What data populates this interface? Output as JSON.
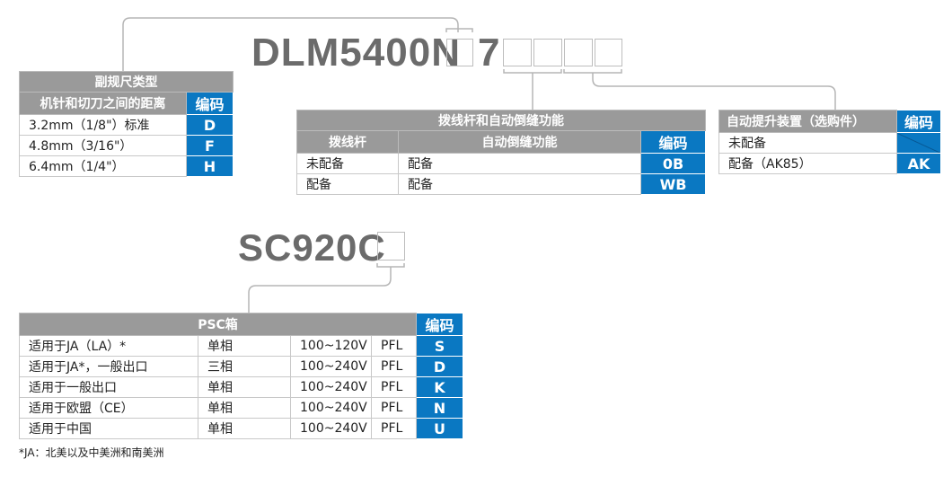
{
  "model1": {
    "prefix": "DLM5400N",
    "middle": "7"
  },
  "model2": {
    "prefix": "SC920C"
  },
  "code_label": "编码",
  "ruler_table": {
    "title": "副规尺类型",
    "header": "机针和切刀之间的距离",
    "rows": [
      {
        "label": "3.2mm（1/8\"）标准",
        "code": "D"
      },
      {
        "label": "4.8mm（3/16\"）",
        "code": "F"
      },
      {
        "label": "6.4mm（1/4\"）",
        "code": "H"
      }
    ]
  },
  "wiper_table": {
    "title": "拨线杆和自动倒缝功能",
    "headers": [
      "拨线杆",
      "自动倒缝功能"
    ],
    "rows": [
      {
        "wiper": "未配备",
        "backtack": "配备",
        "code": "0B"
      },
      {
        "wiper": "配备",
        "backtack": "配备",
        "code": "WB"
      }
    ]
  },
  "lifter_table": {
    "header": "自动提升装置（选购件）",
    "rows": [
      {
        "label": "未配备",
        "code": ""
      },
      {
        "label": "配备（AK85）",
        "code": "AK"
      }
    ]
  },
  "psc_table": {
    "title": "PSC箱",
    "rows": [
      {
        "region": "适用于JA（LA）*",
        "phase": "单相",
        "voltage": "100~120V",
        "type": "PFL",
        "code": "S"
      },
      {
        "region": "适用于JA*，一般出口",
        "phase": "三相",
        "voltage": "100~240V",
        "type": "PFL",
        "code": "D"
      },
      {
        "region": "适用于一般出口",
        "phase": "单相",
        "voltage": "100~240V",
        "type": "PFL",
        "code": "K"
      },
      {
        "region": "适用于欧盟（CE）",
        "phase": "单相",
        "voltage": "100~240V",
        "type": "PFL",
        "code": "N"
      },
      {
        "region": "适用于中国",
        "phase": "单相",
        "voltage": "100~240V",
        "type": "PFL",
        "code": "U"
      }
    ]
  },
  "footnote": "*JA：北美以及中美洲和南美洲",
  "colors": {
    "header_gray": "#9a9a9a",
    "code_blue": "#0a78c2",
    "model_text": "#6b6b6b"
  }
}
